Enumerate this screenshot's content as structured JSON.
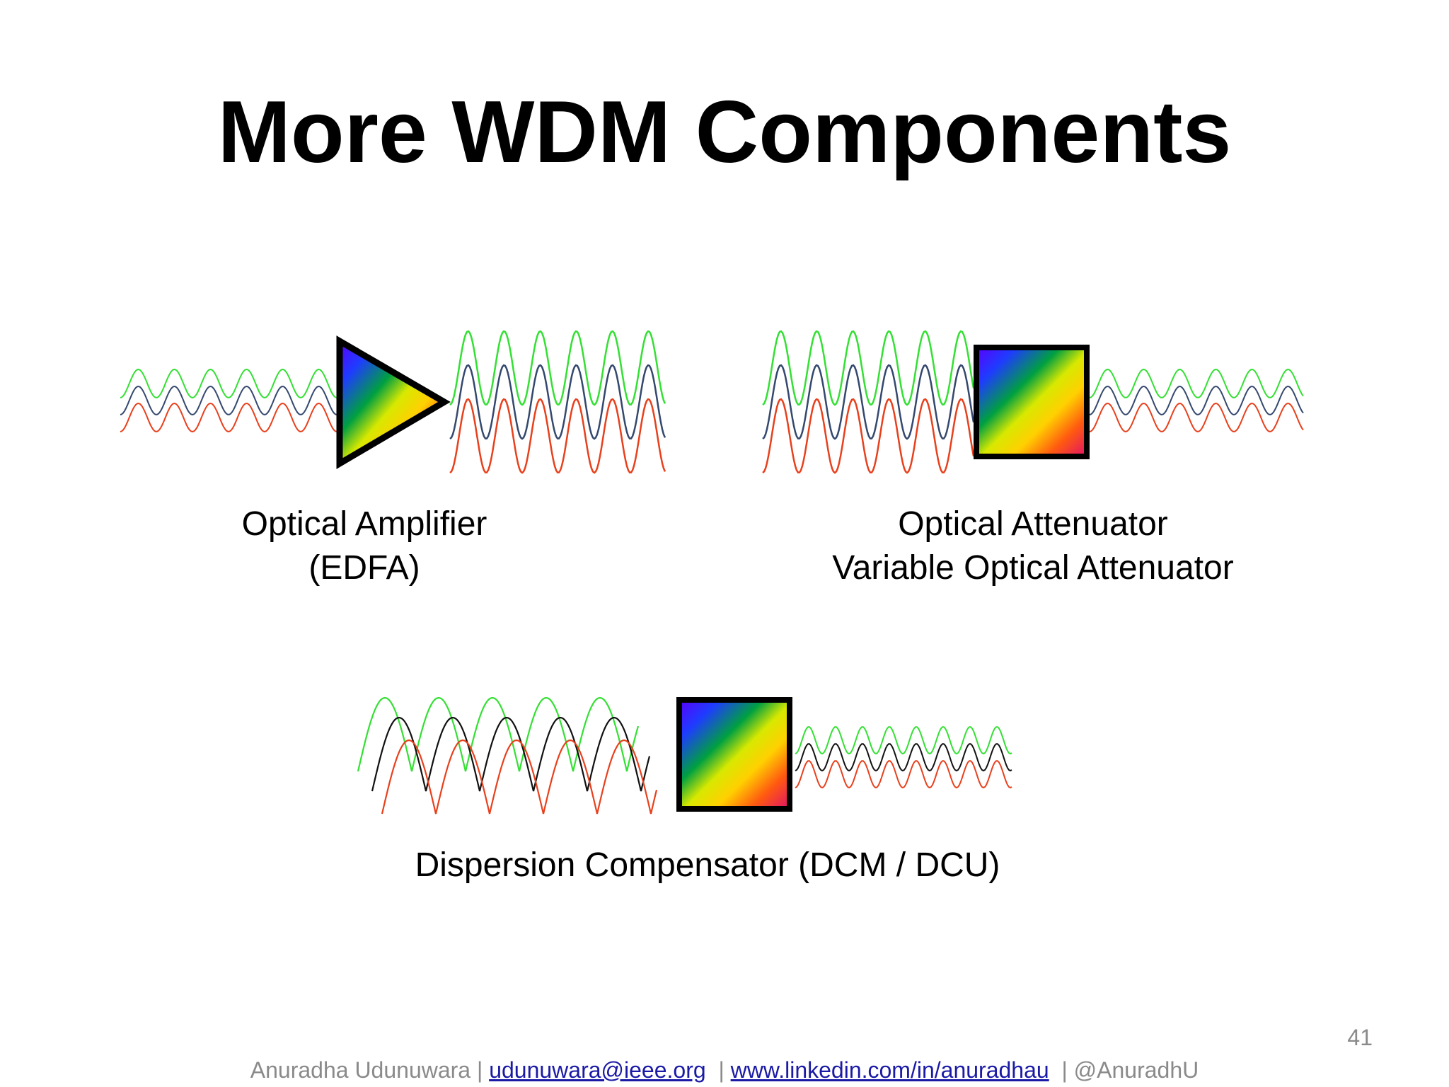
{
  "slide": {
    "title": "More WDM Components",
    "page_number": "41"
  },
  "components": {
    "amplifier": {
      "line1": "Optical Amplifier",
      "line2": "(EDFA)",
      "icon": "triangle-amplifier-icon"
    },
    "attenuator": {
      "line1": "Optical Attenuator",
      "line2": "Variable Optical Attenuator",
      "icon": "square-attenuator-icon"
    },
    "dispersion": {
      "line1": "Dispersion Compensator (DCM / DCU)",
      "icon": "square-compensator-icon"
    }
  },
  "footer": {
    "author": "Anuradha Udunuwara",
    "separator": "|",
    "email": "udunuwara@ieee.org",
    "linkedin": "www.linkedin.com/in/anuradhau",
    "handle": "@AnuradhU"
  },
  "colors": {
    "wave_green": "#33e033",
    "wave_blue": "#34486e",
    "wave_red": "#e8401c",
    "wave_black": "#111111",
    "link": "#1a1aa6",
    "footer_text": "#8a8a8a"
  }
}
